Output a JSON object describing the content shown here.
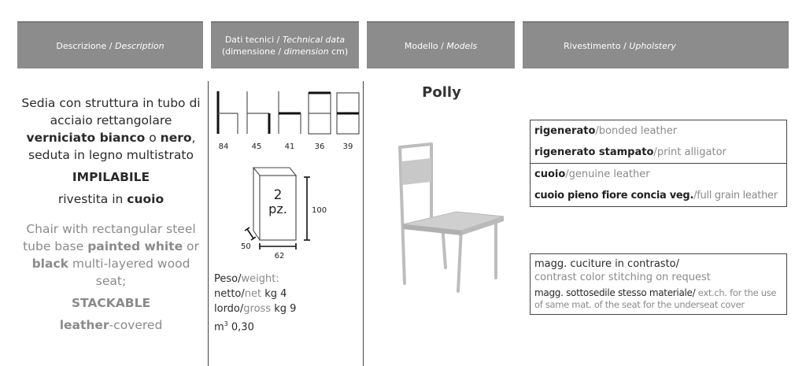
{
  "headers": {
    "description": {
      "it": "Descrizione",
      "en": "Description"
    },
    "technical": {
      "it": "Dati tecnici",
      "en": "Technical data",
      "line2_it": "(dimensione / ",
      "line2_en": "dimension",
      "line2_unit": " cm)"
    },
    "models": {
      "it": "Modello",
      "en": "Models"
    },
    "upholstery": {
      "it": "Rivestimento",
      "en": "Upholstery"
    },
    "separator": " / "
  },
  "description": {
    "it": {
      "p1": "Sedia con struttura in tubo di acciaio rettangolare ",
      "b1": "verniciato bianco",
      "p2": " o ",
      "b2": "nero",
      "p3": ", seduta in legno multistrato",
      "stack": "IMPILABILE",
      "cov1": "rivestita in ",
      "cov2": "cuoio"
    },
    "en": {
      "p1": "Chair with rectangular steel tube base ",
      "b1": "painted white",
      "p2": " or ",
      "b2": "black",
      "p3": " multi-layered wood seat;",
      "stack": "STACKABLE",
      "cov1": "leather",
      "cov2": "-covered"
    }
  },
  "dimensions": [
    "84",
    "45",
    "41",
    "36",
    "39"
  ],
  "box": {
    "count": "2",
    "unit": "pz.",
    "height": "100",
    "width": "62",
    "depth": "50"
  },
  "weights": {
    "peso_it": "Peso/",
    "peso_en": "weight:",
    "net_it": "netto/",
    "net_en": "net",
    "net_val": " kg 4",
    "gross_it": "lordo/",
    "gross_en": "gross",
    "gross_val": " kg 9",
    "vol_unit": "m",
    "vol_sup": "3",
    "vol_val": " 0,30"
  },
  "model_name": "Polly",
  "upholstery": {
    "group1": [
      {
        "it": "rigenerato",
        "en": "bonded leather"
      },
      {
        "it": "rigenerato stampato",
        "en": "print alligator"
      }
    ],
    "group2": [
      {
        "it": "cuoio",
        "en": "genuine leather"
      },
      {
        "it": "cuoio pieno fiore concia veg.",
        "en": "full grain leather"
      }
    ],
    "extras": [
      {
        "it": "magg. cuciture in contrasto/",
        "en": "contrast color stitching on request"
      },
      {
        "it": "magg. sottosedile stesso materiale/",
        "en": " ext.ch. for the use of same mat. of the seat for the underseat cover"
      }
    ]
  },
  "colors": {
    "header_bg": "#8c8c8c",
    "secondary_text": "#8a8a8a"
  }
}
